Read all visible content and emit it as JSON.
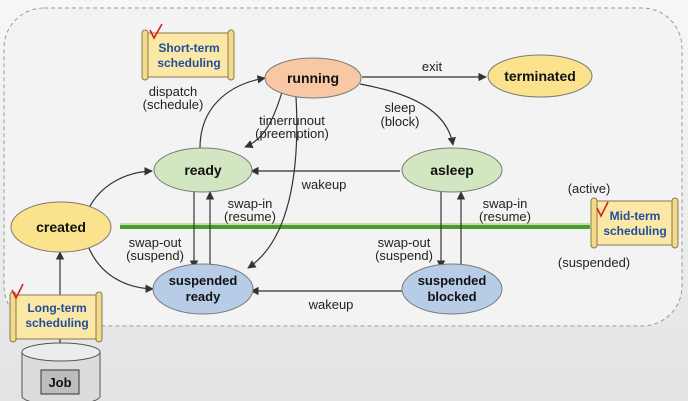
{
  "states": {
    "created": "created",
    "ready": "ready",
    "running": "running",
    "asleep": "asleep",
    "terminated": "terminated",
    "suspended_ready": [
      "suspended",
      "ready"
    ],
    "suspended_blocked": [
      "suspended",
      "blocked"
    ]
  },
  "transitions": {
    "dispatch": [
      "dispatch",
      "(schedule)"
    ],
    "timerrunout": [
      "timerrunout",
      "(preemption)"
    ],
    "exit": "exit",
    "sleep": [
      "sleep",
      "(block)"
    ],
    "wakeup_top": "wakeup",
    "swap_in_left": [
      "swap-in",
      "(resume)"
    ],
    "swap_out_left": [
      "swap-out",
      "(suspend)"
    ],
    "swap_out_right": [
      "swap-out",
      "(suspend)"
    ],
    "swap_in_right": [
      "swap-in",
      "(resume)"
    ],
    "wakeup_bottom": "wakeup"
  },
  "schedulers": {
    "short_term": [
      "Short-term",
      "scheduling"
    ],
    "mid_term": [
      "Mid-term",
      "scheduling"
    ],
    "long_term": [
      "Long-term",
      "scheduling"
    ]
  },
  "region_labels": {
    "active": "(active)",
    "suspended": "(suspended)"
  },
  "job_label": "Job",
  "colors": {
    "yellow_node": "#fbe38e",
    "green_node": "#d3e6c2",
    "blue_node": "#b7cce6",
    "orange_node": "#f8c8a4",
    "divider_green": "#4a9a2c",
    "scroll_bg": "#fbe7a6",
    "scroll_text": "#1f4e9c",
    "check_mark": "#d62020"
  }
}
